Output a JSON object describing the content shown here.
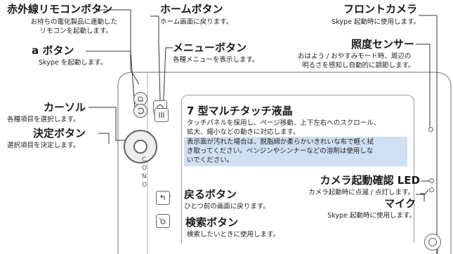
{
  "labels": {
    "ir_remote": {
      "title": "赤外線リモコンボタン",
      "desc1": "お持ちの電化製品に連動した",
      "desc2": "リモコンを起動します。"
    },
    "a_button": {
      "title": "a ボタン",
      "desc": "Skype を起動します。"
    },
    "cursor": {
      "title": "カーソル",
      "desc": "各種項目を選択します。"
    },
    "enter": {
      "title": "決定ボタン",
      "desc": "選択項目を決定します。"
    },
    "home": {
      "title": "ホームボタン",
      "desc": "ホーム画面に戻ります。"
    },
    "menu": {
      "title": "メニューボタン",
      "desc": "各種メニューを表示します。"
    },
    "front_camera": {
      "title": "フロントカメラ",
      "desc": "Skype 起動時に使用します。"
    },
    "light_sensor": {
      "title": "照度センサー",
      "desc1": "おはよう / おやすみモード時、周辺の",
      "desc2": "明るさを感知し自動的に調節します。"
    },
    "touch_lcd": {
      "title": "7 型マルチタッチ液晶",
      "desc1": "タッチパネルを採用し、ページ移動、上下左右へのスクロール、",
      "desc2": "拡大、縮小などの動きに対応します。",
      "note1": "表示面が汚れた場合は、脱脂綿か柔らかいきれいな布で軽く拭",
      "note2": "き取ってください。ベンジンやシンナーなどの溶剤は使用しな",
      "note3": "いでください。"
    },
    "camera_led": {
      "title": "カメラ起動確認 LED",
      "desc": "カメラ起動時に点滅 / 点灯します。"
    },
    "mic": {
      "title": "マイク",
      "desc": "Skype 起動時に使用します。"
    },
    "back": {
      "title": "戻るボタン",
      "desc": "ひとつ前の画面に戻ります。"
    },
    "search": {
      "title": "検索ボタン",
      "desc": "検索したいときに使用します。"
    }
  },
  "device": {
    "side_text": "CONO"
  },
  "colors": {
    "note_highlight": "#cfe0f2",
    "line": "#333333",
    "device_outline": "#8a8a8a"
  }
}
